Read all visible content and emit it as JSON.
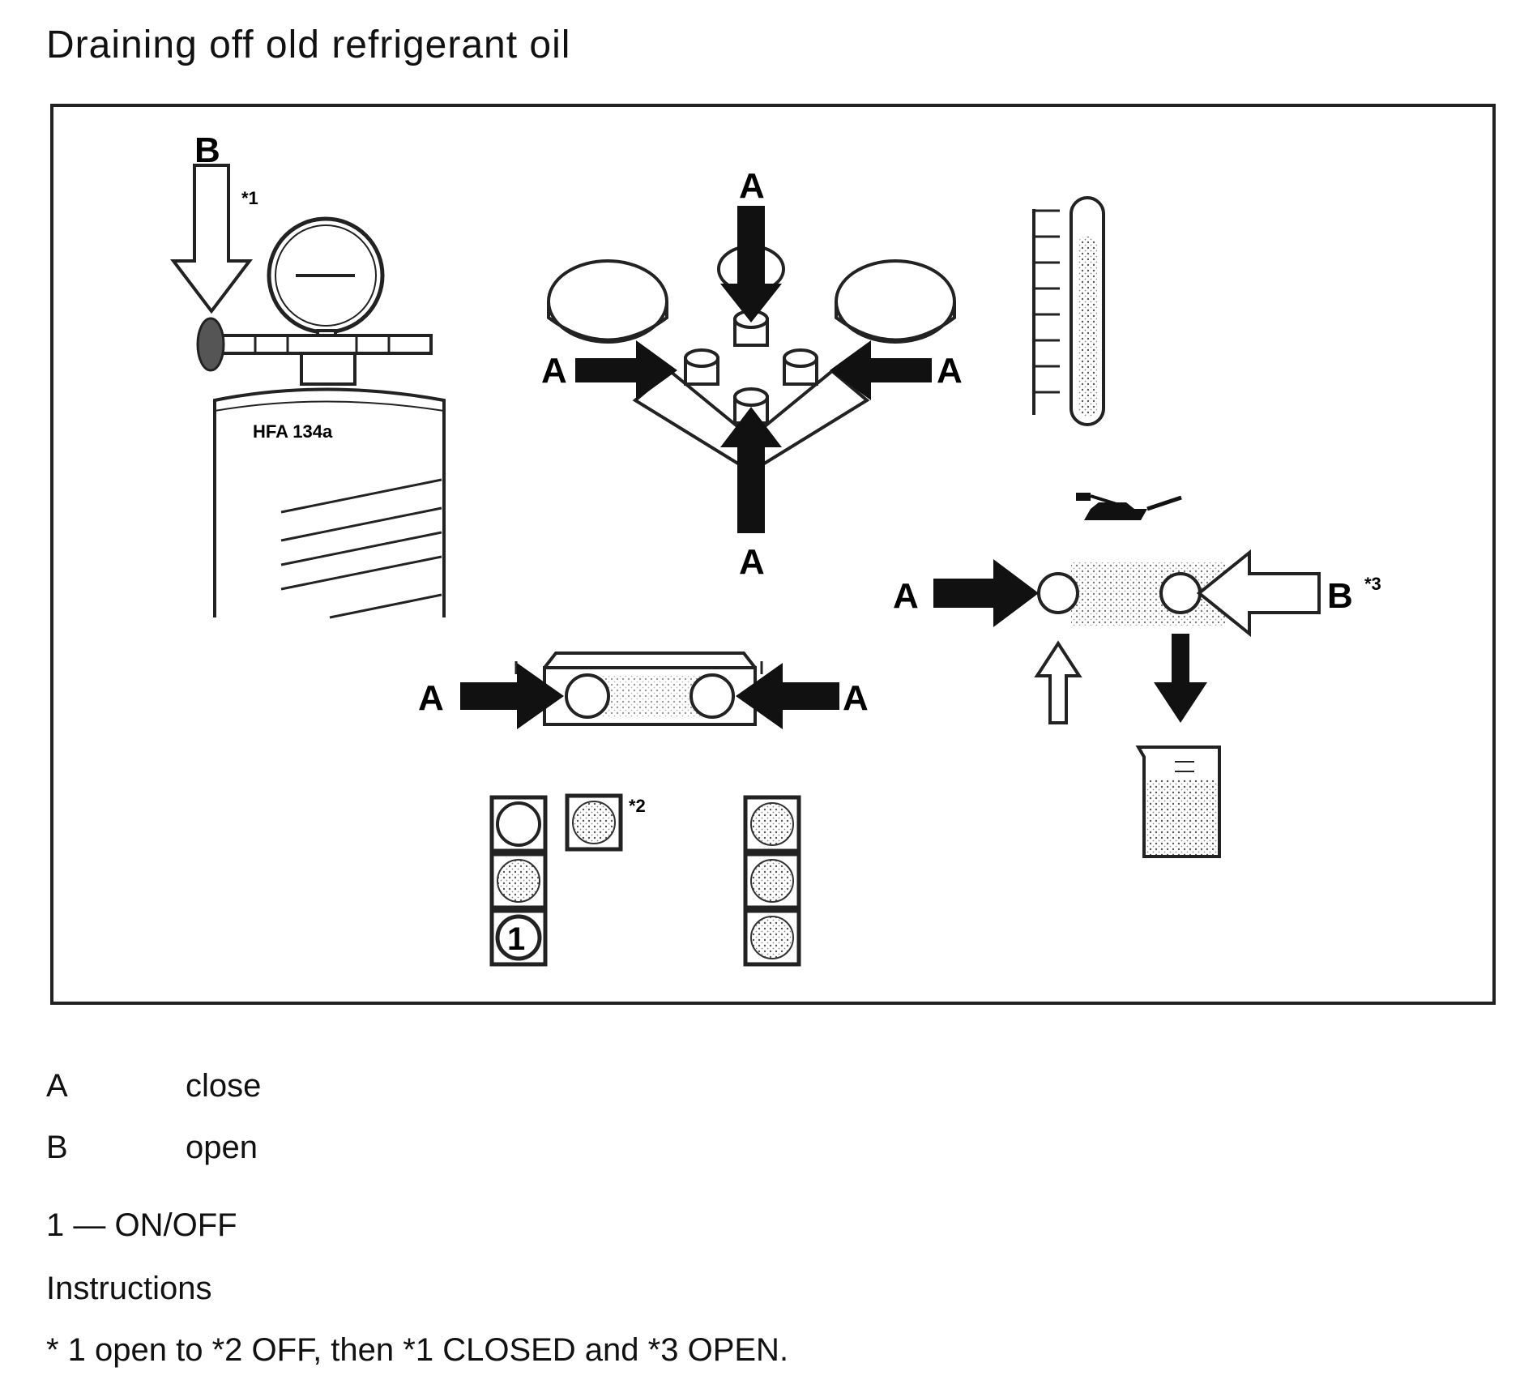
{
  "title": "Draining off old refrigerant oil",
  "diagram": {
    "label_a": "A",
    "label_b": "B",
    "note_1": "*1",
    "note_2": "*2",
    "note_3": "*3",
    "bottle_label": "HFA 134a",
    "switch_label": "1"
  },
  "legend": [
    {
      "key": "A",
      "text": "close"
    },
    {
      "key": "B",
      "text": "open"
    }
  ],
  "switch_note": "1 — ON/OFF",
  "instructions_heading": "Instructions",
  "instructions_text": "* 1 open to *2 OFF, then *1 CLOSED and *3 OPEN."
}
